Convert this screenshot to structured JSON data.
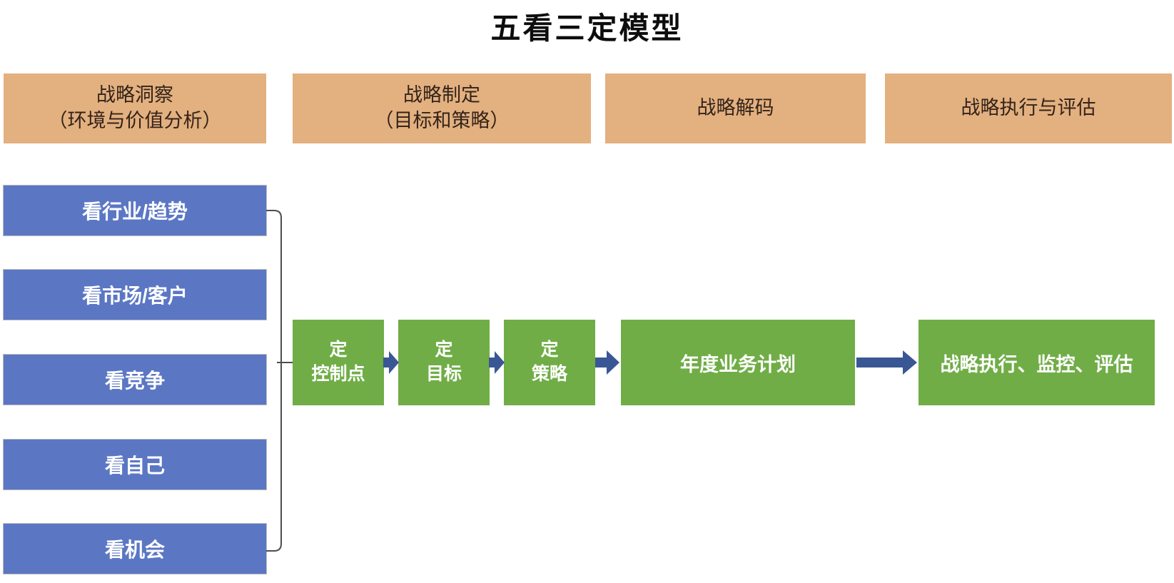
{
  "title": "五看三定模型",
  "colors": {
    "header_bg": "#E3B07F",
    "header_text": "#33231A",
    "look_bg": "#5B77C4",
    "decide_bg": "#70AD47",
    "box_text": "#FFFFFF",
    "arrow": "#3A5795",
    "bracket": "#4D4D4D"
  },
  "phases": [
    {
      "lines": [
        "战略洞察",
        "（环境与价值分析）"
      ]
    },
    {
      "lines": [
        "战略制定",
        "（目标和策略）"
      ]
    },
    {
      "lines": [
        "战略解码"
      ]
    },
    {
      "lines": [
        "战略执行与评估"
      ]
    }
  ],
  "five_looks": [
    "看行业/趋势",
    "看市场/客户",
    "看竞争",
    "看自己",
    "看机会"
  ],
  "three_decisions": [
    {
      "lines": [
        "定",
        "控制点"
      ]
    },
    {
      "lines": [
        "定",
        "目标"
      ]
    },
    {
      "lines": [
        "定",
        "策略"
      ]
    }
  ],
  "annual_plan": "年度业务计划",
  "execution_box": "战略执行、监控、评估"
}
